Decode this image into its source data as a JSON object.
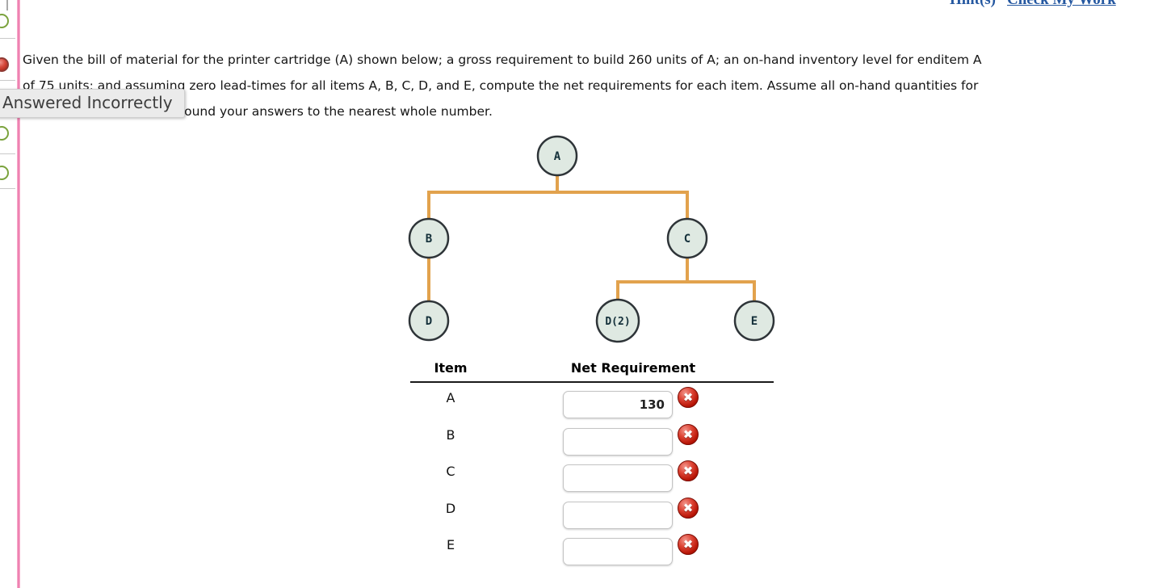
{
  "header": {
    "hints_label": "Hint(s)",
    "check_my_work_label": "Check My Work"
  },
  "status_tooltip": {
    "text": "Answered Incorrectly"
  },
  "question": {
    "line1": "Given the bill of material for the printer cartridge (A) shown below; a gross requirement to build 260 units of A; an on-hand inventory level for enditem A",
    "line2": "of 75 units; and assuming zero lead-times for all items A, B, C, D, and E, compute the net requirements for each item. Assume all on-hand quantities for",
    "line3": "all other items are zero. Round your answers to the nearest whole number."
  },
  "sidebar": {
    "items": [
      {
        "status": "correct"
      },
      {
        "status": "incorrect"
      },
      {
        "status": "correct"
      },
      {
        "status": "correct"
      }
    ]
  },
  "icons": {
    "incorrect_glyph": "✖"
  },
  "bom_tree": {
    "description": "Bill of material tree for printer cartridge A",
    "nodes": [
      {
        "label": "A"
      },
      {
        "label": "B"
      },
      {
        "label": "C"
      },
      {
        "label": "D"
      },
      {
        "label": "D(2)"
      },
      {
        "label": "E"
      }
    ],
    "edges": [
      [
        "A",
        "B"
      ],
      [
        "A",
        "C"
      ],
      [
        "B",
        "D"
      ],
      [
        "C",
        "D(2)"
      ],
      [
        "C",
        "E"
      ]
    ]
  },
  "table": {
    "headers": {
      "item": "Item",
      "net_requirement": "Net Requirement"
    },
    "rows": [
      {
        "item": "A",
        "value": "130",
        "status": "incorrect"
      },
      {
        "item": "B",
        "value": "",
        "status": "incorrect"
      },
      {
        "item": "C",
        "value": "",
        "status": "incorrect"
      },
      {
        "item": "D",
        "value": "",
        "status": "incorrect"
      },
      {
        "item": "E",
        "value": "",
        "status": "incorrect"
      }
    ]
  },
  "colors": {
    "link_blue": "#2457a0",
    "error_red": "#b61405",
    "tree_line": "#e2a24d",
    "node_fill": "#dfe9e2",
    "active_indicator_pink": "#ee7fb0"
  }
}
